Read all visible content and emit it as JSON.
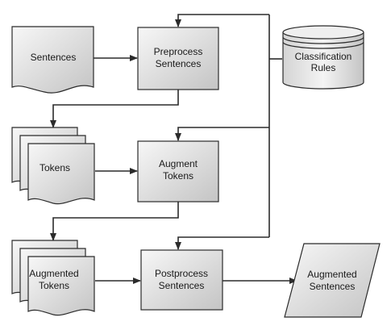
{
  "nodes": {
    "sentences": "Sentences",
    "preprocess": [
      "Preprocess",
      "Sentences"
    ],
    "classification_rules": [
      "Classification",
      "Rules"
    ],
    "tokens": "Tokens",
    "augment": [
      "Augment",
      "Tokens"
    ],
    "augmented_tokens": [
      "Augmented",
      "Tokens"
    ],
    "postprocess": [
      "Postprocess",
      "Sentences"
    ],
    "augmented_sentences": [
      "Augmented",
      "Sentences"
    ]
  },
  "colors": {
    "fill_dark": "#c9c9c9",
    "fill_light": "#f7f7f7",
    "stroke": "#2b2b2b"
  }
}
